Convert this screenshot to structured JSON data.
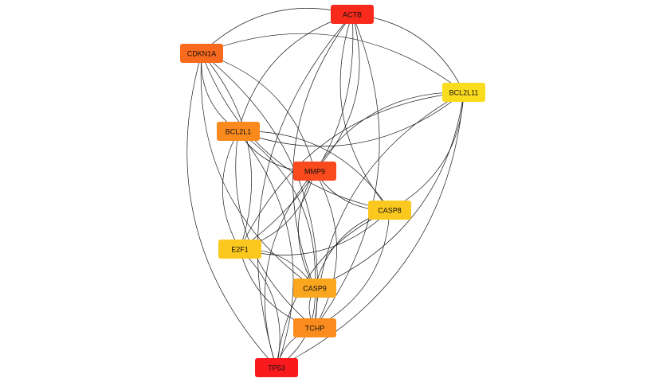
{
  "network": {
    "nodes": [
      {
        "id": "ACTB",
        "label": "ACTB",
        "color": "#F82A1C"
      },
      {
        "id": "CDKN1A",
        "label": "CDKN1A",
        "color": "#FA6A1E"
      },
      {
        "id": "BCL2L11",
        "label": "BCL2L11",
        "color": "#FADC1E"
      },
      {
        "id": "BCL2L1",
        "label": "BCL2L1",
        "color": "#FA8A1E"
      },
      {
        "id": "MMP9",
        "label": "MMP9",
        "color": "#F84A1C"
      },
      {
        "id": "CASP8",
        "label": "CASP8",
        "color": "#FAC81E"
      },
      {
        "id": "E2F1",
        "label": "E2F1",
        "color": "#FAC81E"
      },
      {
        "id": "CASP9",
        "label": "CASP9",
        "color": "#FAA61E"
      },
      {
        "id": "TCHP",
        "label": "TCHP",
        "color": "#FA8C1E"
      },
      {
        "id": "TP53",
        "label": "TP53",
        "color": "#F81A1C"
      }
    ],
    "edges": [
      [
        "ACTB",
        "CDKN1A"
      ],
      [
        "ACTB",
        "BCL2L11"
      ],
      [
        "ACTB",
        "BCL2L1"
      ],
      [
        "ACTB",
        "MMP9"
      ],
      [
        "ACTB",
        "CASP8"
      ],
      [
        "ACTB",
        "E2F1"
      ],
      [
        "ACTB",
        "CASP9"
      ],
      [
        "ACTB",
        "TCHP"
      ],
      [
        "ACTB",
        "TP53"
      ],
      [
        "CDKN1A",
        "BCL2L11"
      ],
      [
        "CDKN1A",
        "BCL2L1"
      ],
      [
        "CDKN1A",
        "MMP9"
      ],
      [
        "CDKN1A",
        "CASP8"
      ],
      [
        "CDKN1A",
        "E2F1"
      ],
      [
        "CDKN1A",
        "CASP9"
      ],
      [
        "CDKN1A",
        "TCHP"
      ],
      [
        "CDKN1A",
        "TP53"
      ],
      [
        "BCL2L11",
        "BCL2L1"
      ],
      [
        "BCL2L11",
        "MMP9"
      ],
      [
        "BCL2L11",
        "CASP8"
      ],
      [
        "BCL2L11",
        "E2F1"
      ],
      [
        "BCL2L11",
        "CASP9"
      ],
      [
        "BCL2L11",
        "TCHP"
      ],
      [
        "BCL2L11",
        "TP53"
      ],
      [
        "BCL2L1",
        "MMP9"
      ],
      [
        "BCL2L1",
        "CASP8"
      ],
      [
        "BCL2L1",
        "E2F1"
      ],
      [
        "BCL2L1",
        "CASP9"
      ],
      [
        "BCL2L1",
        "TCHP"
      ],
      [
        "BCL2L1",
        "TP53"
      ],
      [
        "MMP9",
        "CASP8"
      ],
      [
        "MMP9",
        "E2F1"
      ],
      [
        "MMP9",
        "CASP9"
      ],
      [
        "MMP9",
        "TCHP"
      ],
      [
        "MMP9",
        "TP53"
      ],
      [
        "CASP8",
        "E2F1"
      ],
      [
        "CASP8",
        "CASP9"
      ],
      [
        "CASP8",
        "TCHP"
      ],
      [
        "CASP8",
        "TP53"
      ],
      [
        "E2F1",
        "CASP9"
      ],
      [
        "E2F1",
        "TCHP"
      ],
      [
        "E2F1",
        "TP53"
      ],
      [
        "CASP9",
        "TCHP"
      ],
      [
        "CASP9",
        "TP53"
      ],
      [
        "TCHP",
        "TP53"
      ]
    ]
  }
}
